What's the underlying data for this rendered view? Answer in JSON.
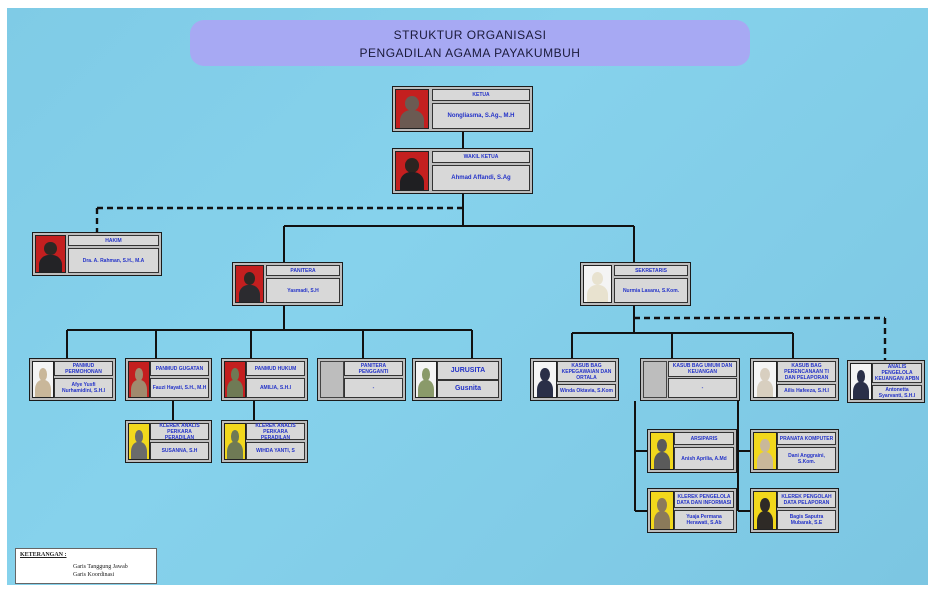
{
  "title": {
    "line1": "STRUKTUR ORGANISASI",
    "line2": "PENGADILAN AGAMA PAYAKUMBUH"
  },
  "legend": {
    "heading": "KETERANGAN :",
    "solid": "Garis Tanggung Jawab",
    "dashed": "Garis Koordinasi"
  },
  "colors": {
    "background": "#84cfe9",
    "title_box": "#a7a9f3",
    "card": "#bdbdbd",
    "label_box": "#d8d8d8",
    "text": "#2332c8",
    "photo_red": "#c41f1f",
    "photo_yellow": "#f2d81c",
    "photo_white": "#f4f4f4"
  },
  "nodes": [
    {
      "id": "ketua",
      "position": "KETUA",
      "name": "Nongliasma, S.Ag., M.H",
      "photo_bg": "red",
      "photo_icon": "person-icon"
    },
    {
      "id": "wakil",
      "position": "WAKIL KETUA",
      "name": "Ahmad Affandi, S.Ag",
      "photo_bg": "red",
      "photo_icon": "person-icon"
    },
    {
      "id": "hakim",
      "position": "HAKIM",
      "name": "Dra. A. Rahman, S.H., M.A",
      "photo_bg": "red",
      "photo_icon": "person-icon"
    },
    {
      "id": "panitera",
      "position": "PANITERA",
      "name": "Yasmadi, S.H",
      "photo_bg": "red",
      "photo_icon": "person-icon"
    },
    {
      "id": "sekretaris",
      "position": "SEKRETARIS",
      "name": "Nurmia Lasanu, S.Kom.",
      "photo_bg": "white",
      "photo_icon": "person-icon"
    },
    {
      "id": "pm_permohonan",
      "position": "PANMUD PERMOHONAN",
      "name": "Afye Yusfi Nurhamidini, S.H.I",
      "photo_bg": "white",
      "photo_icon": "person-icon"
    },
    {
      "id": "pm_gugatan",
      "position": "PANMUD GUGATAN",
      "name": "Fauzi Hayati, S.H., M.H",
      "photo_bg": "red",
      "photo_icon": "person-icon"
    },
    {
      "id": "pm_hukum",
      "position": "PANMUD HUKUM",
      "name": "AMILIA, S.H.I",
      "photo_bg": "red",
      "photo_icon": "person-icon"
    },
    {
      "id": "pp",
      "position": "PANITERA PENGGANTI",
      "name": "-",
      "photo_bg": "none",
      "photo_icon": ""
    },
    {
      "id": "jurusita",
      "position": "JURUSITA",
      "name": "Gusnita",
      "photo_bg": "white",
      "photo_icon": "person-icon"
    },
    {
      "id": "klerek_gugatan",
      "position": "KLEREK ANALIS PERKARA PERADILAN",
      "name": "SUSANNA, S.H",
      "photo_bg": "yellow",
      "photo_icon": "person-icon"
    },
    {
      "id": "klerek_hukum",
      "position": "KLEREK ANALIS PERKARA PERADILAN",
      "name": "WIHDA YANTI, S",
      "photo_bg": "yellow",
      "photo_icon": "person-icon"
    },
    {
      "id": "kasubbag_kepeg",
      "position": "KASUB BAG KEPEGAWAIAN DAN ORTALA",
      "name": "Winda Oktavia, S.Kom",
      "photo_bg": "white",
      "photo_icon": "person-icon"
    },
    {
      "id": "kasubbag_umum",
      "position": "KASUB BAG UMUM DAN KEUANGAN",
      "name": "-",
      "photo_bg": "none",
      "photo_icon": ""
    },
    {
      "id": "kasubbag_ptip",
      "position": "KASUB BAG PERENCANAAN TI DAN PELAPORAN",
      "name": "Ailis Hafeeza, S.H.I",
      "photo_bg": "white",
      "photo_icon": "person-icon"
    },
    {
      "id": "analis_apbn",
      "position": "ANALIS PENGELOLA KEUANGAN APBN",
      "name": "Antonetta Syarvanti, S.H.I",
      "photo_bg": "white",
      "photo_icon": "person-icon"
    },
    {
      "id": "arsiparis",
      "position": "ARSIPARIS",
      "name": "Anish Aprilia, A.Md",
      "photo_bg": "yellow",
      "photo_icon": "person-icon"
    },
    {
      "id": "klerek_bmn",
      "position": "KLEREK PENGELOLA DATA DAN INFORMASI",
      "name": "Yuaja Permana Herawati, S.Ab",
      "photo_bg": "yellow",
      "photo_icon": "person-icon"
    },
    {
      "id": "pranata",
      "position": "PRANATA KOMPUTER",
      "name": "Dani Anggraini, S.Kom.",
      "photo_bg": "yellow",
      "photo_icon": "person-icon"
    },
    {
      "id": "klerek_pelaporan",
      "position": "KLEREK PENGOLAH DATA PELAPORAN",
      "name": "Bagis Saputra Mubarak, S.E",
      "photo_bg": "yellow",
      "photo_icon": "person-icon"
    }
  ]
}
